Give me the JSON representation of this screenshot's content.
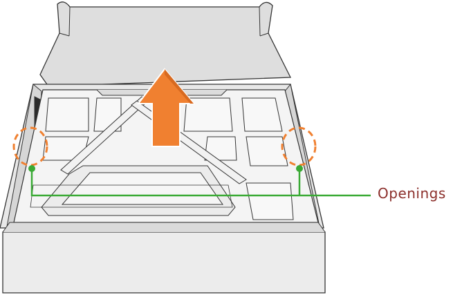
{
  "callout": {
    "label": "Openings"
  },
  "colors": {
    "callout_line": "#3aaa35",
    "callout_text": "#8b2e2a",
    "arrow": "#f08030",
    "marker_ring": "#f08030",
    "box_fill": "#dedede",
    "box_light": "#f5f5f5",
    "outline": "#333333"
  },
  "icons": {
    "arrow": "lift-up-arrow-icon",
    "markers": [
      "dashed-circle-left",
      "dashed-circle-right"
    ]
  }
}
